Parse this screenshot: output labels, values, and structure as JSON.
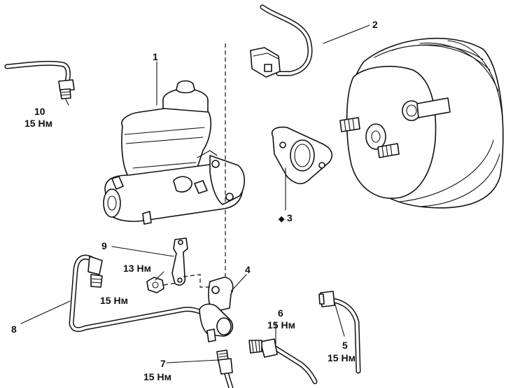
{
  "labels": {
    "item1": "1",
    "item2": "2",
    "item3": "3",
    "item3_marker": "◆",
    "item4": "4",
    "item5": "5",
    "item5_torque": "15 Нм",
    "item6": "6",
    "item6_torque": "15 Нм",
    "item7": "7",
    "item7_torque": "15 Нм",
    "item8": "8",
    "item8_torque": "15 Нм",
    "item9": "9",
    "item9_torque": "13 Нм",
    "item10": "10",
    "item10_torque": "15 Нм"
  }
}
